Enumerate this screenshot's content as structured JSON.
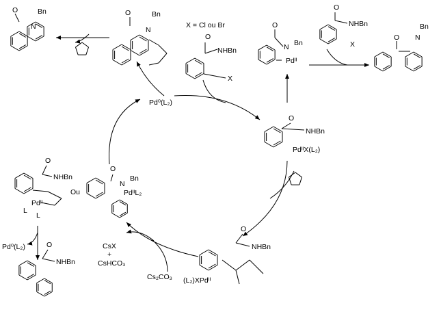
{
  "labels": {
    "x_def": "X = Cl ou Br",
    "o": "O",
    "n": "N",
    "bn": "Bn",
    "nhbn": "NHBn",
    "x": "X",
    "pd2": "Pdᴵᴵ",
    "pd2x": "PdᴵᴵX(L₂)",
    "pd0": "Pd⁰(L₂)",
    "pd0_left": "Pd⁰(L₂)",
    "pd2l2": "PdᴵᴵL₂",
    "l2xpd": "(L₂)XPdᴵᴵ",
    "l": "L",
    "ou": "Ou",
    "csx": "CsX",
    "plus": "+",
    "cshco3": "CsHCO₃",
    "cs2co3": "Cs₂CO₃"
  }
}
